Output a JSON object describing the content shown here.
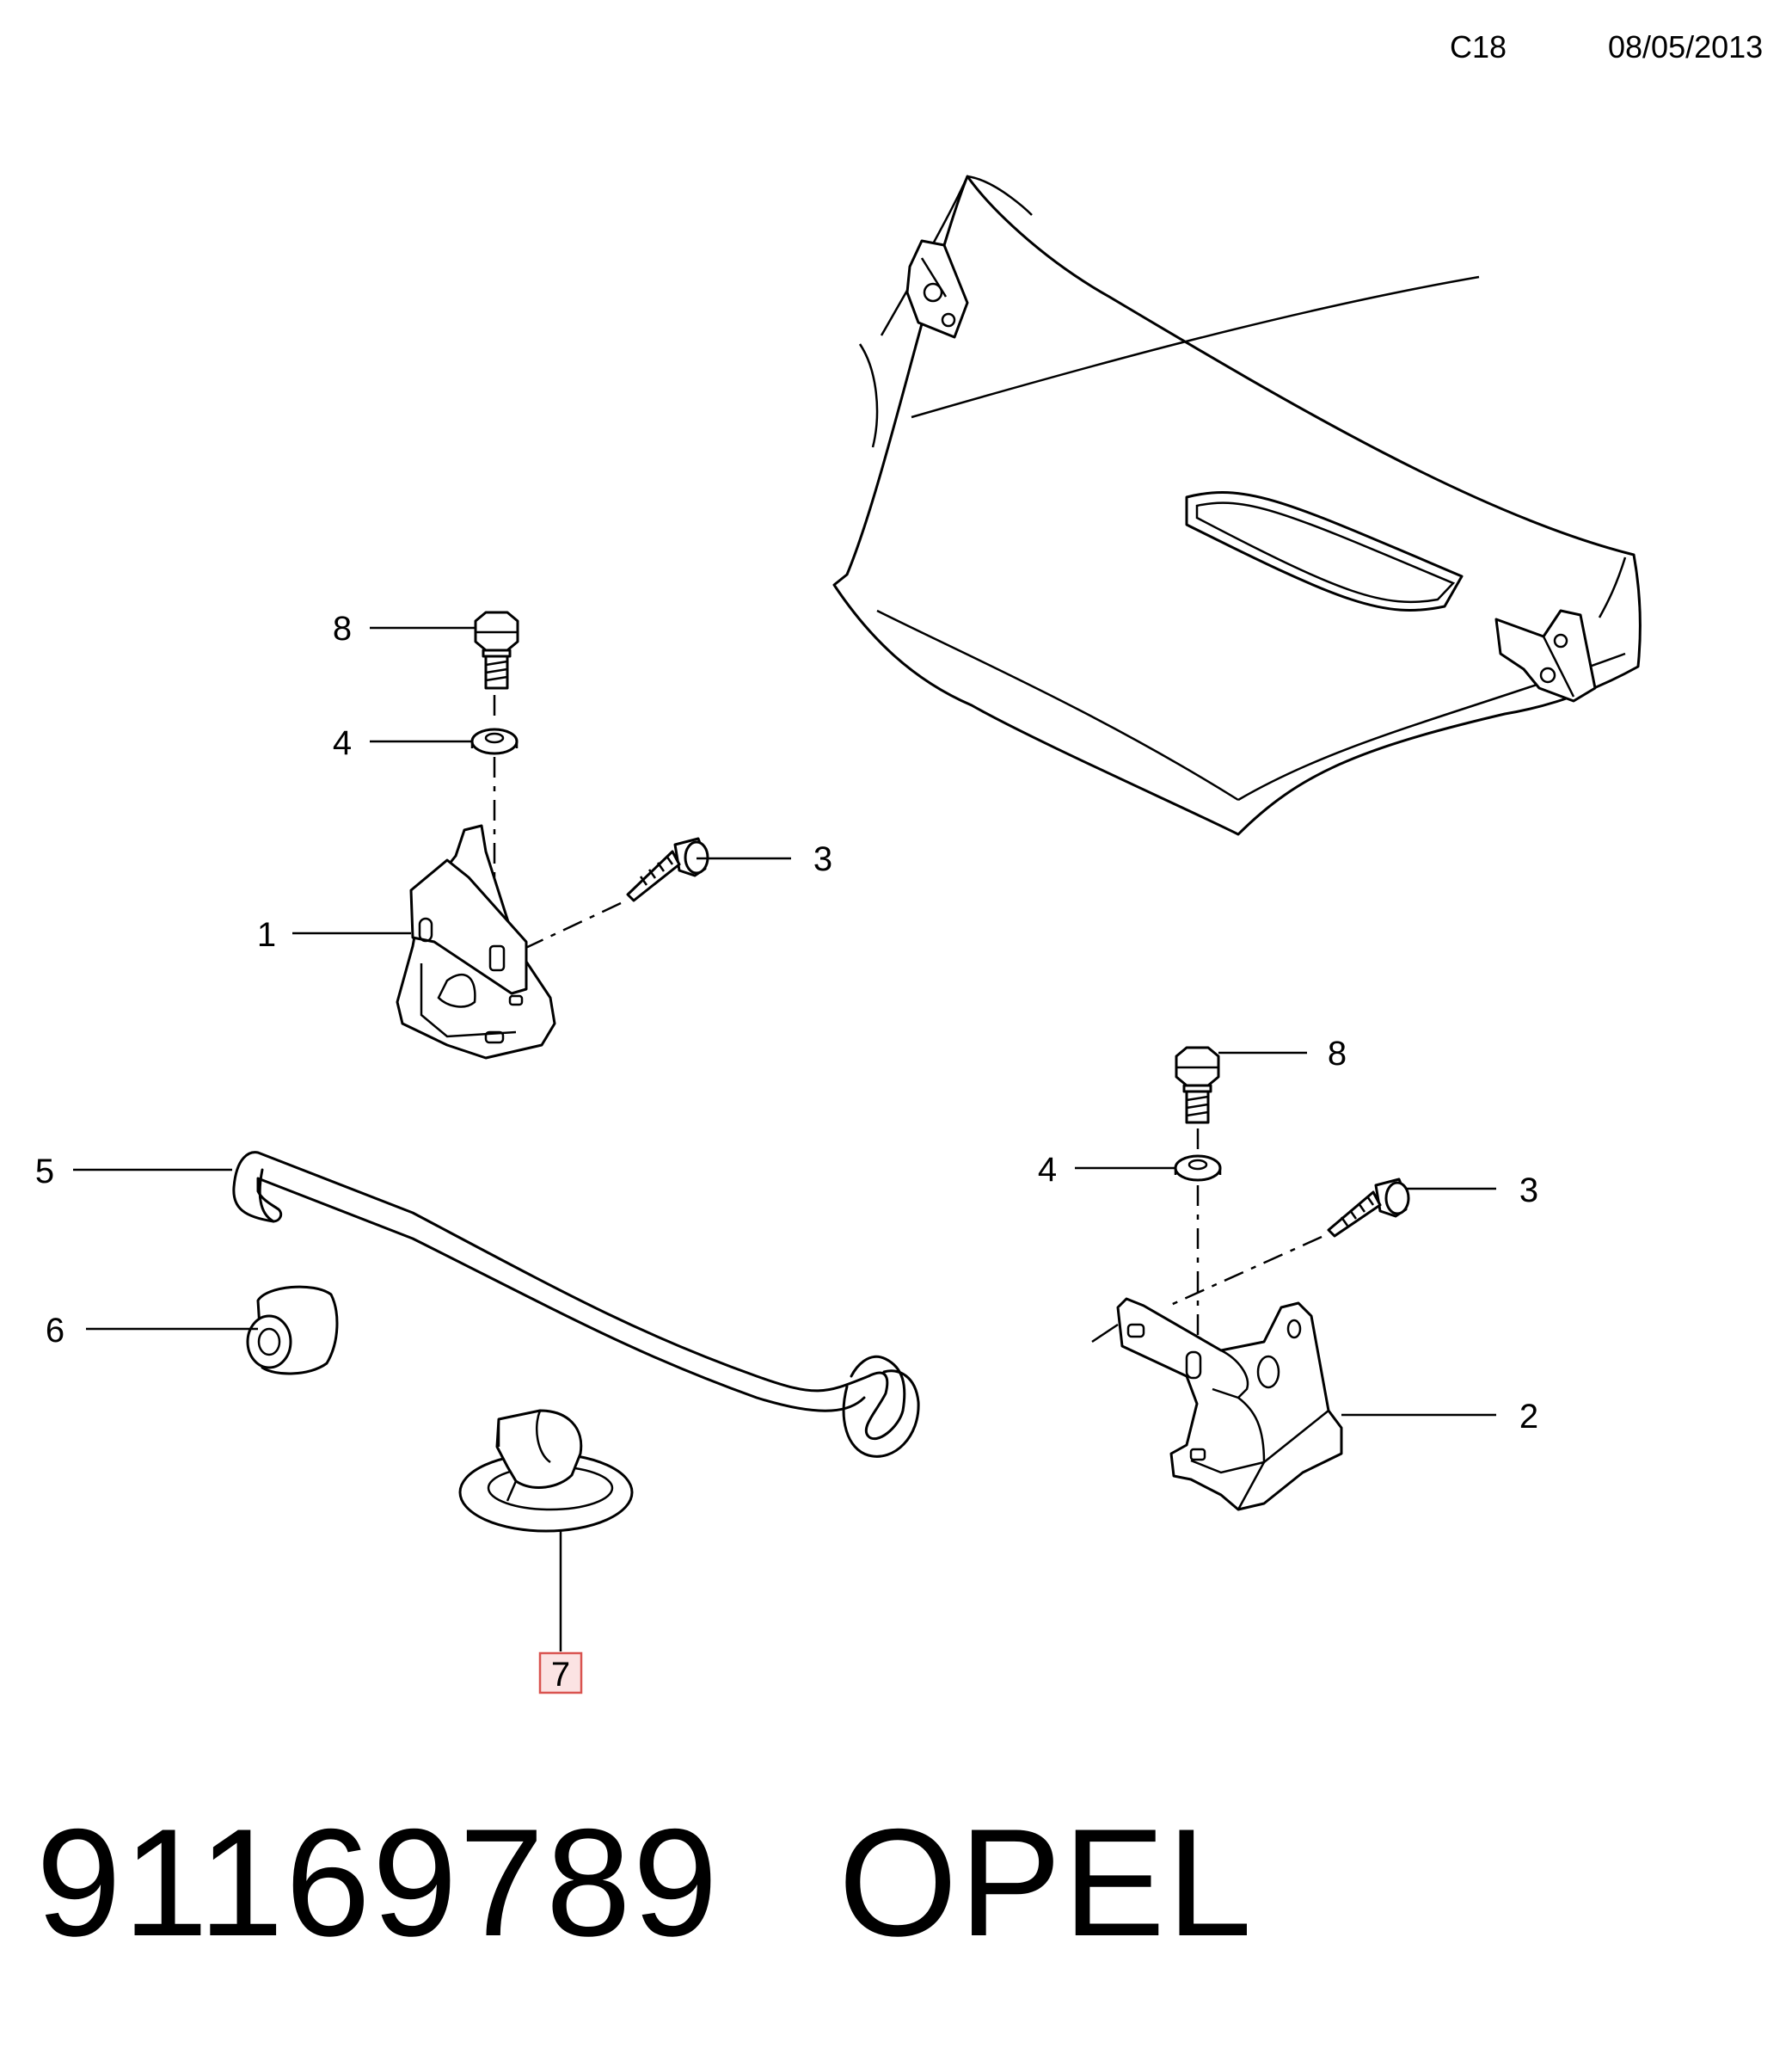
{
  "header": {
    "page_code": "C18",
    "date": "08/05/2013"
  },
  "callouts": {
    "c8_left": "8",
    "c4_left": "4",
    "c3_left": "3",
    "c1": "1",
    "c5": "5",
    "c6": "6",
    "c7": "7",
    "c8_right": "8",
    "c4_right": "4",
    "c3_right": "3",
    "c2": "2"
  },
  "highlight": {
    "callout": "7",
    "box_fill": "#fbe3e3",
    "box_stroke": "#d9534f"
  },
  "footer": {
    "part_number": "91169789",
    "brand": "OPEL"
  }
}
